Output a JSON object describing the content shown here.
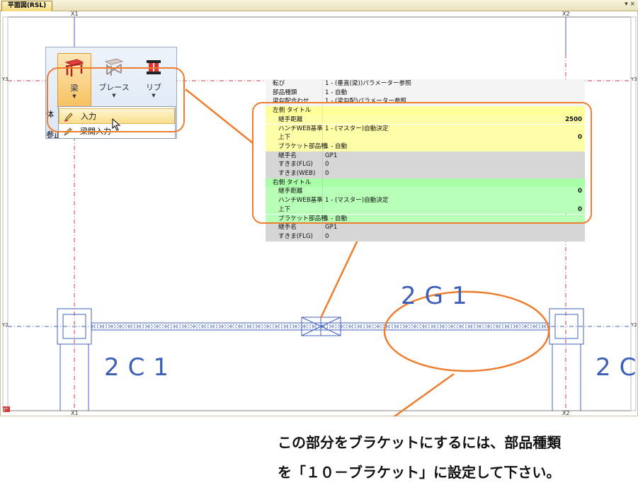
{
  "tab": {
    "title": "平面図(RSL)",
    "arrows": "▾ ×"
  },
  "grid": {
    "x1": "X1",
    "x2": "X2",
    "y3": "Y3",
    "y_mid": "Y2",
    "corner": "0°"
  },
  "members": {
    "beam": "2G1",
    "col_left": "2C1",
    "col_right": "2C"
  },
  "ribbon": {
    "buttons": [
      {
        "name": "beam",
        "label": "梁",
        "icon": "beam-icon"
      },
      {
        "name": "brace",
        "label": "ブレース",
        "icon": "brace-icon"
      },
      {
        "name": "rib",
        "label": "リブ",
        "icon": "rib-icon"
      }
    ],
    "side_text_1": "体",
    "side_text_2": "参正",
    "menu": [
      {
        "label": "入力",
        "icon": "pencil-icon"
      },
      {
        "label": "梁間入力",
        "icon": "pencil-icon"
      }
    ]
  },
  "properties": {
    "rows": [
      {
        "key": "転び",
        "value": "1 - (垂直(梁))パラメーター参照",
        "color": "white"
      },
      {
        "key": "部品種類",
        "value": "1 - 自動",
        "color": "white"
      },
      {
        "key": "梁勾配合わせ",
        "value": "1 - (梁勾配)パラメーター参照",
        "color": "white"
      },
      {
        "key": "左側 タイトル",
        "value": "",
        "color": "yellow",
        "section": true
      },
      {
        "key": "継手距離",
        "value": "",
        "right": "2500",
        "color": "yellow2"
      },
      {
        "key": "ハンチWEB基準",
        "value": "1 - (マスター)自動決定",
        "color": "yellow2"
      },
      {
        "key": "上下",
        "value": "",
        "right": "0",
        "color": "yellow2"
      },
      {
        "key": "ブラケット部品種",
        "value": "1 - 自動",
        "color": "yellow2"
      },
      {
        "key": "継手名",
        "value": "GP1",
        "color": "gray"
      },
      {
        "key": "すきま(FLG)",
        "value": "0",
        "color": "gray"
      },
      {
        "key": "すきま(WEB)",
        "value": "0",
        "color": "gray"
      },
      {
        "key": "右側 タイトル",
        "value": "",
        "color": "green",
        "section": true
      },
      {
        "key": "継手距離",
        "value": "",
        "right": "0",
        "color": "green2"
      },
      {
        "key": "ハンチWEB基準",
        "value": "1 - (マスター)自動決定",
        "color": "green2"
      },
      {
        "key": "上下",
        "value": "",
        "right": "0",
        "color": "green2"
      },
      {
        "key": "ブラケット部品種",
        "value": "1 - 自動",
        "color": "green2"
      },
      {
        "key": "継手名",
        "value": "GP1",
        "color": "gray"
      },
      {
        "key": "すきま(FLG)",
        "value": "0",
        "color": "gray"
      }
    ]
  },
  "instruction": {
    "line1": "この部分をブラケットにするには、部品種類",
    "line2": "を「１０－ブラケット」に設定して下さい。"
  },
  "colors": {
    "callout": "#ee7d2e",
    "member_text": "#3d5fb8",
    "grid_red": "#d33b3b",
    "grid_blue": "#4060c0"
  }
}
